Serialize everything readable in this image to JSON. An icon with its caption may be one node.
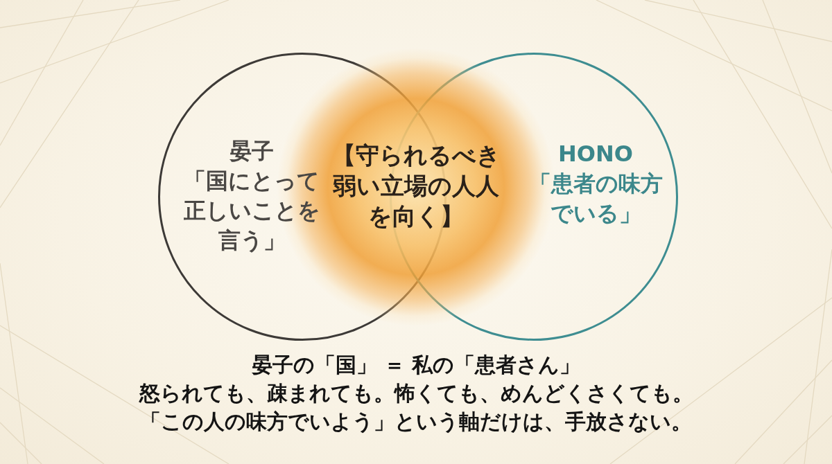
{
  "diagram": {
    "nodes": [
      {
        "text": [
          "晏子",
          "「国にとって正しいことを言う」"
        ]
      },
      {
        "text": [
          "HONO",
          "「患者の味方でいる」"
        ]
      },
      {
        "text": [
          "【守られるべき弱い立場の人人を向く】"
        ]
      }
    ],
    "labels": [
      "晏子の「国」 ＝ 私の「患者さん」",
      "怒られても、疎まれても。怖くても、めんどくさくても。",
      "「この人の味方でいよう」という軸だけは、手放さない。"
    ]
  }
}
